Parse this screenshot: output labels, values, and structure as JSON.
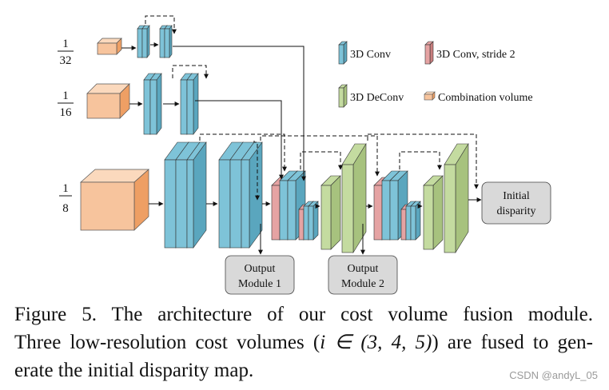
{
  "scales": [
    {
      "num": "1",
      "den": "32"
    },
    {
      "num": "1",
      "den": "16"
    },
    {
      "num": "1",
      "den": "8"
    }
  ],
  "legend": {
    "conv3d": "3D Conv",
    "conv3d_stride2": "3D Conv, stride 2",
    "deconv3d": "3D DeConv",
    "combination": "Combination volume"
  },
  "boxes": {
    "output1_line1": "Output",
    "output1_line2": "Module 1",
    "output2_line1": "Output",
    "output2_line2": "Module 2",
    "initial_line1": "Initial",
    "initial_line2": "disparity"
  },
  "caption": {
    "line1": "Figure 5. The architecture of our cost volume fusion module.",
    "line2_pre": "Three low-resolution cost volumes (",
    "line2_math": "i ∈ (3, 4, 5)",
    "line2_post": ") are fused to gen-",
    "line3": "erate the initial disparity map."
  },
  "watermark": "CSDN @andyL_05",
  "colors": {
    "conv": "#7ec3d8",
    "conv_side": "#5aa6be",
    "stride": "#e5a3a3",
    "stride_side": "#c97e7e",
    "deconv": "#c4dba0",
    "deconv_side": "#a7c27e",
    "volume_front": "#f7c49d",
    "volume_top": "#fbd9bd",
    "volume_side": "#ee9f64",
    "box_fill": "#d9d9d9"
  }
}
